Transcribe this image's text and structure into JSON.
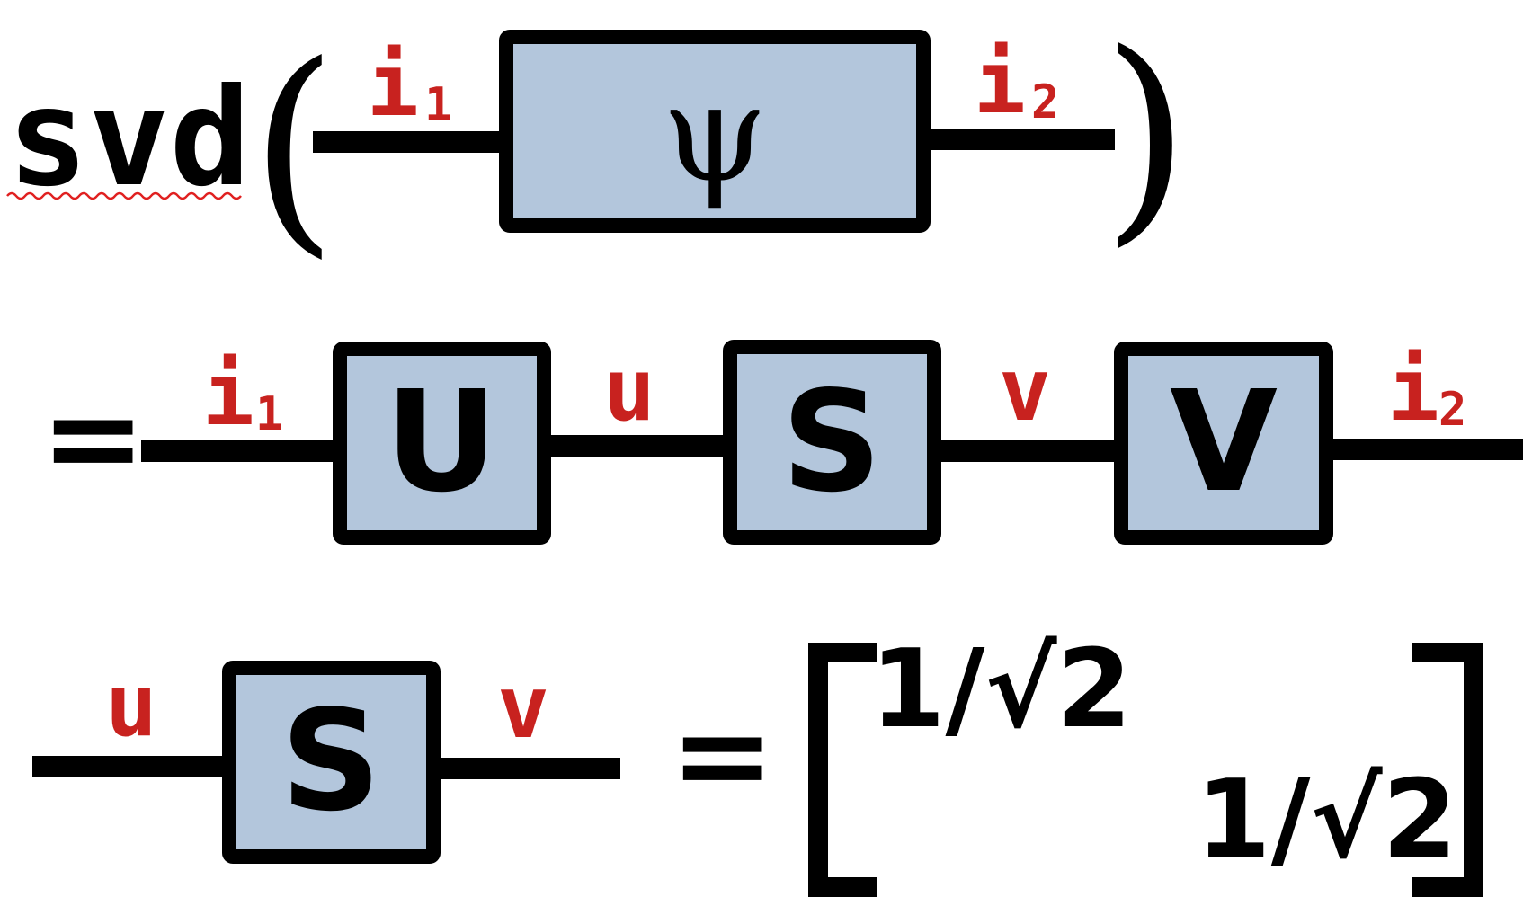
{
  "colors": {
    "tensor_fill": "#b3c6dc",
    "index_label": "#c8221f",
    "line": "#000000",
    "spellcheck_underline": "#e02020"
  },
  "row1": {
    "function_name": "svd",
    "open_paren": "(",
    "close_paren": ")",
    "tensor": "ψ",
    "left_index": {
      "base": "i",
      "sub": "1"
    },
    "right_index": {
      "base": "i",
      "sub": "2"
    }
  },
  "row2": {
    "equals": "=",
    "left_index": {
      "base": "i",
      "sub": "1"
    },
    "tensor_u": "U",
    "bond_u": "u",
    "tensor_s": "S",
    "bond_v": "v",
    "tensor_v": "V",
    "right_index": {
      "base": "i",
      "sub": "2"
    }
  },
  "row3": {
    "left_index": "u",
    "tensor_s": "S",
    "right_index": "v",
    "equals": "=",
    "matrix": {
      "entry_11": "1/√2",
      "entry_22": "1/√2"
    }
  }
}
